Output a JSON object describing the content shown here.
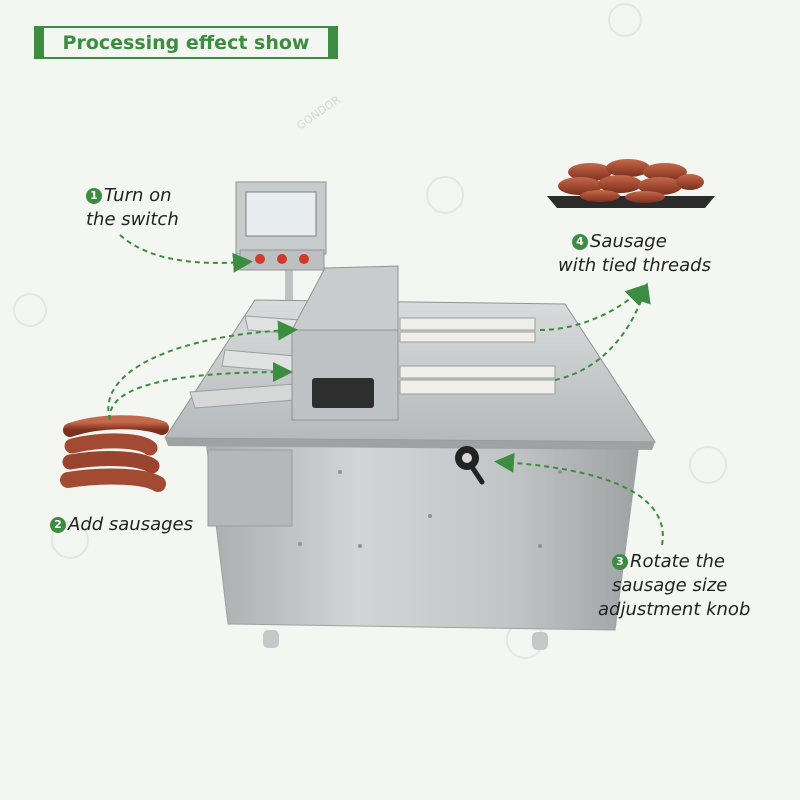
{
  "header": {
    "title": "Processing effect show"
  },
  "steps": [
    {
      "number": "1",
      "line1": "Turn on",
      "line2": "the switch"
    },
    {
      "number": "2",
      "line1": "Add sausages"
    },
    {
      "number": "3",
      "line1": "Rotate the",
      "line2": "sausage size",
      "line3": "adjustment knob"
    },
    {
      "number": "4",
      "line1": "Sausage",
      "line2": "with tied threads"
    }
  ],
  "watermark": {
    "text": "GONDOR"
  },
  "colors": {
    "accent": "#3c8c42",
    "background": "#f3f6f1",
    "steel": "#bfc3c4",
    "sausage": "#a24a32"
  }
}
